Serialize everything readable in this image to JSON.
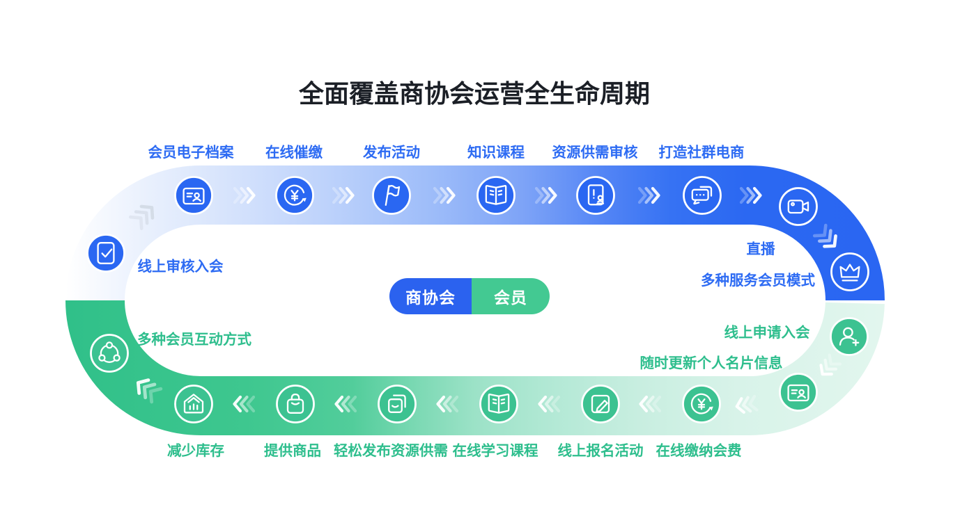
{
  "title": "全面覆盖商协会运营全生命周期",
  "center": {
    "left": "商协会",
    "right": "会员"
  },
  "labels": {
    "top": [
      "会员电子档案",
      "在线催缴",
      "发布活动",
      "知识课程",
      "资源供需审核",
      "打造社群电商"
    ],
    "right_blue": [
      "直播",
      "多种服务会员模式"
    ],
    "left_blue": "线上审核入会",
    "left_green": "多种会员互动方式",
    "right_green": [
      "线上申请入会",
      "随时更新个人名片信息"
    ],
    "bottom": [
      "减少库存",
      "提供商品",
      "轻松发布资源供需",
      "在线学习课程",
      "线上报名活动",
      "在线缴纳会费"
    ]
  },
  "icons": {
    "top": [
      "id-card-icon",
      "yuan-refresh-icon",
      "flag-icon",
      "open-book-icon",
      "doc-review-stamp-icon",
      "chat-bubbles-icon"
    ],
    "right_blue": [
      "video-camera-icon",
      "crown-icon"
    ],
    "left_blue": "doc-check-icon",
    "left_green": "network-nodes-icon",
    "right_green": [
      "person-plus-icon",
      "id-card-icon"
    ],
    "bottom": [
      "warehouse-icon",
      "shopping-bag-icon",
      "copy-docs-icon",
      "open-book-icon",
      "edit-pencil-icon",
      "yuan-refresh-icon"
    ]
  },
  "colors": {
    "blue": "#2A67F2",
    "green": "#3CC291",
    "label_blue": "#2D6BF3",
    "label_green": "#2EBE8D",
    "title": "#1B1F26"
  }
}
